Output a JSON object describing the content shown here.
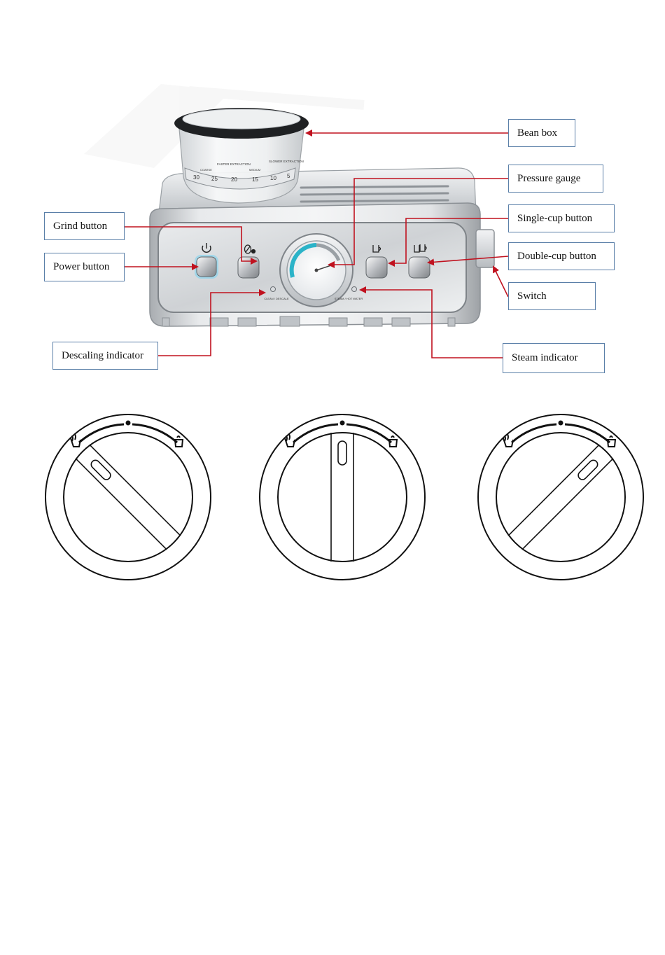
{
  "labels": {
    "bean_box": "Bean box",
    "pressure_gauge": "Pressure gauge",
    "grind_button": "Grind button",
    "single_cup_button": "Single-cup button",
    "power_button": "Power button",
    "double_cup_button": "Double-cup button",
    "switch": "Switch",
    "descaling_indicator": "Descaling indicator",
    "steam_indicator": "Steam indicator"
  },
  "grinder_scale": {
    "top_labels": [
      "FASTER EXTRACTION",
      "SLOWER EXTRACTION"
    ],
    "sub_labels": [
      "COARSE",
      "MEDIUM"
    ],
    "numbers": [
      "30",
      "25",
      "20",
      "15",
      "10",
      "5"
    ]
  },
  "panel_text": {
    "descale_label": "CLEAN / DESCALE",
    "steam_label": "STEAM / HOT WATER"
  },
  "knob_positions": [
    "steam",
    "center",
    "coffee"
  ],
  "icons": [
    "power-icon",
    "bean-icon",
    "single-cup-icon",
    "double-cup-icon",
    "steam-wand-icon",
    "coffee-icon"
  ],
  "colors": {
    "arrow": "#c0121f",
    "callout_border": "#5a7fa8",
    "gauge_accent": "#2bb3c8",
    "power_glow": "#7fd3f0",
    "steel_light": "#e6e8ea",
    "steel_dark": "#8c9196"
  }
}
